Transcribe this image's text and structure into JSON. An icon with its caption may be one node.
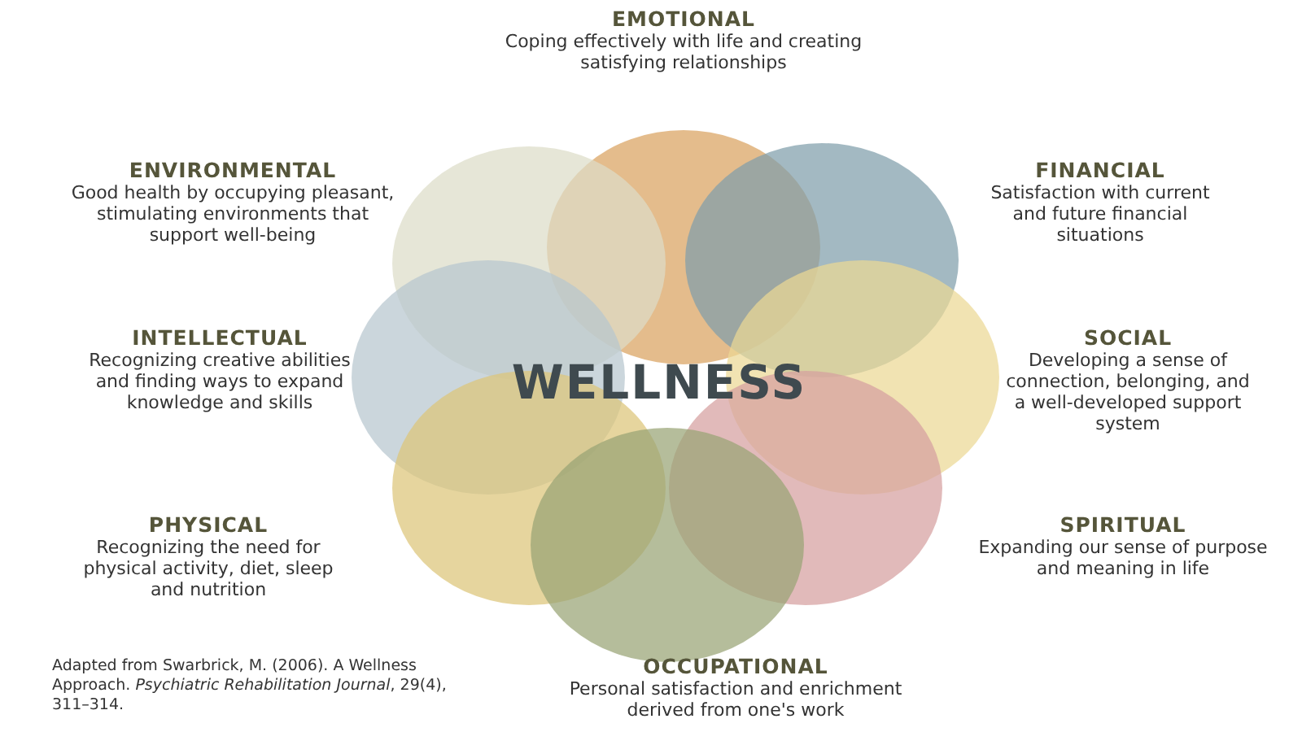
{
  "diagram": {
    "nodes": [
      {
        "text": [
          "WELLNESS"
        ]
      },
      {
        "text": [
          "EMOTIONAL",
          "Coping effectively with life and creating satisfying relationships"
        ]
      },
      {
        "text": [
          "ENVIRONMENTAL",
          "Good health by occupying pleasant, stimulating environments that support well-being"
        ]
      },
      {
        "text": [
          "FINANCIAL",
          "Satisfaction with current and future financial situations"
        ]
      },
      {
        "text": [
          "INTELLECTUAL",
          "Recognizing creative abilities and finding ways to expand knowledge and skills"
        ]
      },
      {
        "text": [
          "SOCIAL",
          "Developing a sense of connection, belonging, and a well-developed support system"
        ]
      },
      {
        "text": [
          "PHYSICAL",
          "Recognizing the need for physical activity, diet, sleep and nutrition"
        ]
      },
      {
        "text": [
          "SPIRITUAL",
          "Expanding our sense of purpose and meaning in life"
        ]
      },
      {
        "text": [
          "OCCUPATIONAL",
          "Personal satisfaction and enrichment derived from one's work"
        ]
      }
    ],
    "labels": [
      "Adapted from Swarbrick, M. (2006). A Wellness Approach. *Psychiatric Rehabilitation Journal*, 29(4), 311–314."
    ]
  }
}
